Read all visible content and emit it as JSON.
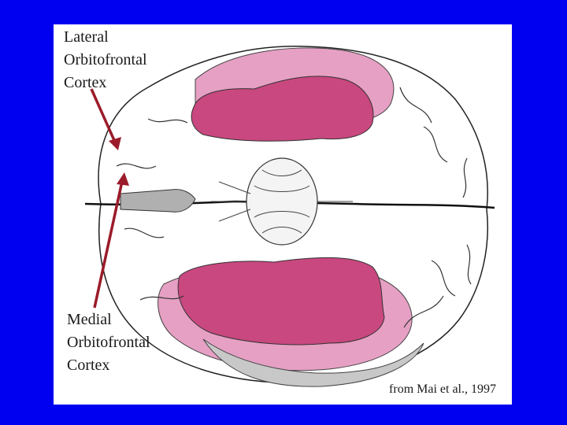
{
  "labels": {
    "lateral": [
      "Lateral",
      "Orbitofrontal",
      "Cortex"
    ],
    "medial": [
      "Medial",
      "Orbitofrontal",
      "Cortex"
    ]
  },
  "citation": "from Mai et al., 1997",
  "colors": {
    "slide_background": "#0000f0",
    "panel_background": "#ffffff",
    "region_dark": "#c8487f",
    "region_light": "#e6a0c4",
    "region_gray": "#c8c8c8",
    "arrow": "#9b1b2a",
    "outline": "#222222"
  }
}
